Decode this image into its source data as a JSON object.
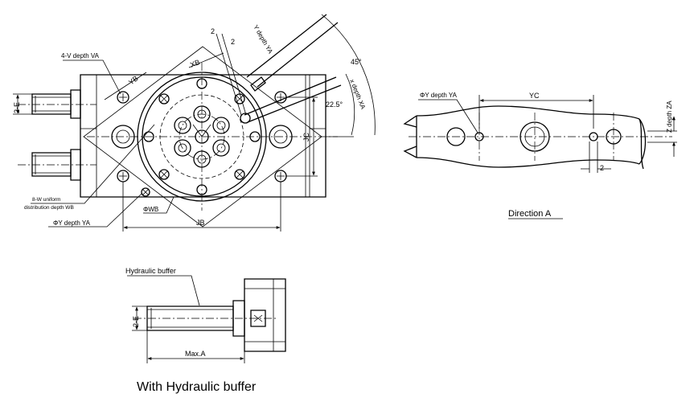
{
  "front_view": {
    "label_2e": "2-E",
    "label_4v": "4-V depth VA",
    "label_yb": "YB",
    "label_xb": "XB",
    "label_2_a": "2",
    "label_2_b": "2",
    "label_y_depth": "Y depth YA",
    "label_x_depth": "x depth XA",
    "angle_45": "45°",
    "angle_22": "22.5°",
    "label_jc": "JC",
    "label_8w_line1": "8-W uniform",
    "label_8w_line2": "distribution depth WB",
    "label_phi_y": "ΦY depth YA",
    "label_phi_wb": "ΦWB",
    "label_jb": "JB"
  },
  "direction_view": {
    "label_phi_y": "ΦY depth YA",
    "label_yc": "YC",
    "label_z": "Z depth ZA",
    "label_2": "2",
    "caption": "Direction A"
  },
  "buffer_view": {
    "label_hydraulic": "Hydraulic buffer",
    "label_2e": "2-E",
    "label_max_a": "Max.A",
    "caption": "With Hydraulic buffer"
  }
}
